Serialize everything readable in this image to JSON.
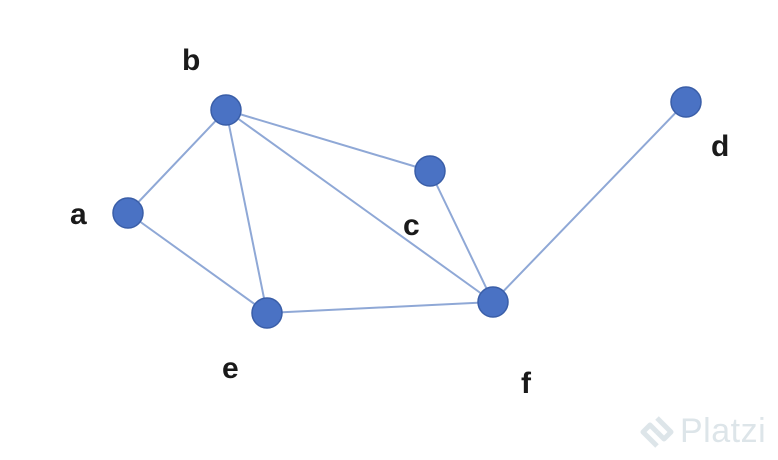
{
  "diagram": {
    "type": "undirected-graph",
    "colors": {
      "node_fill": "#4a72c4",
      "node_stroke": "#3a5ea8",
      "edge": "#8fa8d6",
      "label": "#1a1a1a",
      "watermark": "#c8d4dc"
    },
    "nodes": [
      {
        "id": "a",
        "label": "a"
      },
      {
        "id": "b",
        "label": "b"
      },
      {
        "id": "c",
        "label": "c"
      },
      {
        "id": "d",
        "label": "d"
      },
      {
        "id": "e",
        "label": "e"
      },
      {
        "id": "f",
        "label": "f"
      }
    ],
    "edges": [
      {
        "from": "a",
        "to": "b"
      },
      {
        "from": "a",
        "to": "e"
      },
      {
        "from": "b",
        "to": "c"
      },
      {
        "from": "b",
        "to": "e"
      },
      {
        "from": "b",
        "to": "f"
      },
      {
        "from": "c",
        "to": "f"
      },
      {
        "from": "e",
        "to": "f"
      },
      {
        "from": "f",
        "to": "d"
      }
    ]
  },
  "watermark": {
    "brand": "Platzi",
    "icon": "platzi-logo-icon"
  }
}
